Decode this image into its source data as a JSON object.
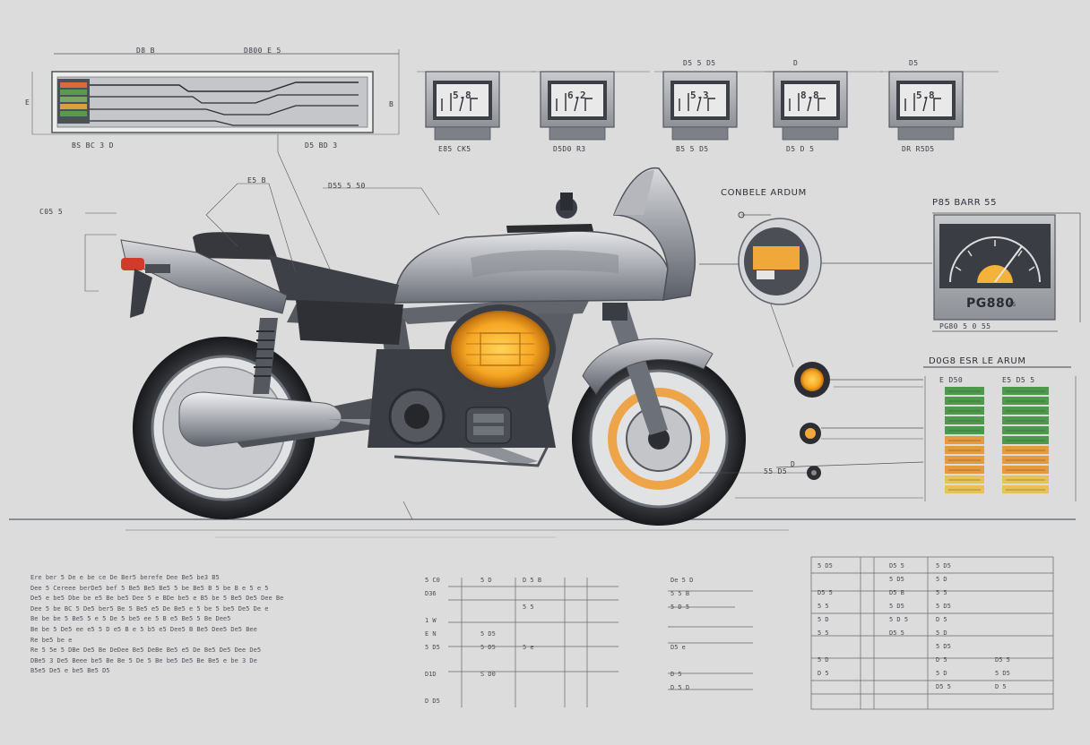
{
  "top_row": {
    "dimension_labels": [
      "D8 B",
      "D800 E 5"
    ],
    "left_panel_caption": "BS BC 3 D",
    "left_panel_caption_right": "D5 BD 3",
    "left_side_tick": "E",
    "right_side_tick": "B",
    "gauge_panels": [
      {
        "caption": "E85 CK5",
        "top_label": "",
        "readout": "5.8"
      },
      {
        "caption": "D5D0 R3",
        "top_label": "",
        "readout": "6.2"
      },
      {
        "caption": "B5 5 D5",
        "top_label": "D5 5 D5",
        "readout": "5.3"
      },
      {
        "caption": "D5 D 5",
        "top_label": "D",
        "readout": "8.8"
      },
      {
        "caption": "DR R5D5",
        "top_label": "D5",
        "readout": "5.8"
      }
    ]
  },
  "callouts": {
    "left_small": "C05 5",
    "tank_top": "E5 B",
    "tank_right": "D55 5 50",
    "gauge_header": "CONBELE ARDUM",
    "speedo_header": "P85 BARR 55",
    "speedo_caption": "PG80 5 0 55",
    "diag_header": "D0G8 ESR LE ARUM",
    "wheel_small_1": "D",
    "wheel_small_2": "55 D5"
  },
  "speedometer": {
    "display_code": "PG880",
    "unit": "D5"
  },
  "diagnostic_table": {
    "col_headers": [
      "E D50",
      "E5 D5 5"
    ],
    "colors": {
      "green": "#4e9a4c",
      "orange": "#e69a3b",
      "yellow": "#e8c352"
    }
  },
  "bottom_text": {
    "lines": [
      "Ere ber 5 De e be ce De Ber5 berefe Dee Be5 be3 B5",
      "Dee 5 Cereee berDe5 bef 5 Be5 Be5 Be5 5 be Be5 B 5 be B e 5 e 5",
      "De5 e be5 Dbe be e5 Be be5 Dee 5 e BDe be5 e B5 be 5 Be5 De5 Dee Be",
      "Dee 5 be BC 5 De5 ber5 Be 5 Be5 e5 De Be5 e 5 be 5 be5 De5 De e",
      "Be be be 5 Be5 5 e 5 De 5 be5 ee 5 B e5 Be5 5 Be Dee5",
      "Be be 5 De5 ee e5 5 D e5 B e 5 b5 e5 Dee5 B Be5 Dee5 De5 Bee",
      "Re be5 be e",
      "Re 5 5e 5 DBe De5 Be DeDee Be5 DeBe Be5 e5 De Be5 De5 Dee De5",
      "DBe5 3 De5 Beee be5 Be Be 5 De 5 Be be5 De5 Be Be5 e be 3 De",
      "B5e5 De5 e be5 Be5 D5"
    ]
  },
  "table_a": {
    "col1": [
      "5 C0",
      "D36",
      "",
      "1 W",
      "E N",
      "5 D5",
      "",
      "D1D",
      "",
      "D D5"
    ],
    "col2": [
      "5 D",
      "",
      "",
      "",
      "5 D5",
      "5 D5",
      "",
      "S D0",
      "",
      ""
    ],
    "col3": [
      "D 5 B",
      "",
      "5 5",
      "",
      "",
      "5 e",
      "",
      "",
      "",
      ""
    ]
  },
  "table_b": {
    "col1": [
      "De 5 D",
      "5 5 B",
      "5 D 5",
      "",
      "",
      "D5 e",
      "",
      "D 5",
      "D 5 D",
      ""
    ],
    "col2": [
      "",
      "",
      "",
      "",
      "",
      "",
      "",
      "",
      "",
      ""
    ]
  },
  "table_c": {
    "col1": [
      "5 D5",
      "",
      "D5 5",
      "5 5",
      "5 D",
      "5 5",
      "",
      "5 D",
      "D 5",
      ""
    ],
    "col2": [
      "D5 5",
      "5 D5",
      "D5 B",
      "5 D5",
      "5 D 5",
      "D5 5",
      "",
      "",
      "",
      ""
    ],
    "col3": [
      "5 D5",
      "5 D",
      "5 5",
      "5 D5",
      "D 5",
      "5 D",
      "5 D5",
      "D 5",
      "5 D",
      "D5 5"
    ],
    "col4": [
      "",
      "",
      "",
      "",
      "",
      "",
      "",
      "D5 5",
      "5 D5",
      "D 5"
    ]
  }
}
